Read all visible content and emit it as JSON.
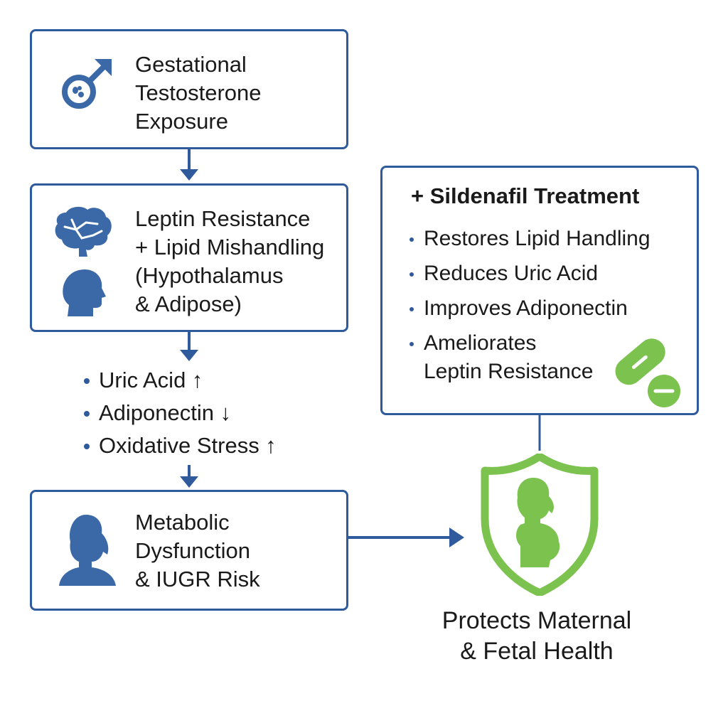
{
  "palette": {
    "primary_blue": "#2f5a9c",
    "icon_blue": "#3b69a8",
    "accent_green": "#7cc24f",
    "text": "#1a1a1a"
  },
  "steps": {
    "exposure": {
      "icon": "male-symbol-icon",
      "lines": [
        "Gestational",
        "Testosterone",
        "Exposure"
      ]
    },
    "resistance": {
      "icons": [
        "brain-icon",
        "head-profile-icon"
      ],
      "lines": [
        "Leptin Resistance",
        "+ Lipid Mishandling",
        "(Hypothalamus",
        "& Adipose)"
      ]
    },
    "effects": [
      "Uric Acid ↑",
      "Adiponectin ↓",
      "Oxidative Stress ↑"
    ],
    "dysfunction": {
      "icon": "woman-profile-icon",
      "lines": [
        "Metabolic",
        "Dysfunction",
        "& IUGR Risk"
      ]
    }
  },
  "treatment": {
    "title": "+ Sildenafil Treatment",
    "icon": "pill-icon",
    "items": [
      "Restores Lipid Handling",
      "Reduces Uric Acid",
      "Improves Adiponectin"
    ],
    "last_item_lines": [
      "Ameliorates",
      "Leptin Resistance"
    ]
  },
  "outcome": {
    "icon": "shield-pregnant-woman-icon",
    "lines": [
      "Protects Maternal",
      "& Fetal Health"
    ]
  }
}
